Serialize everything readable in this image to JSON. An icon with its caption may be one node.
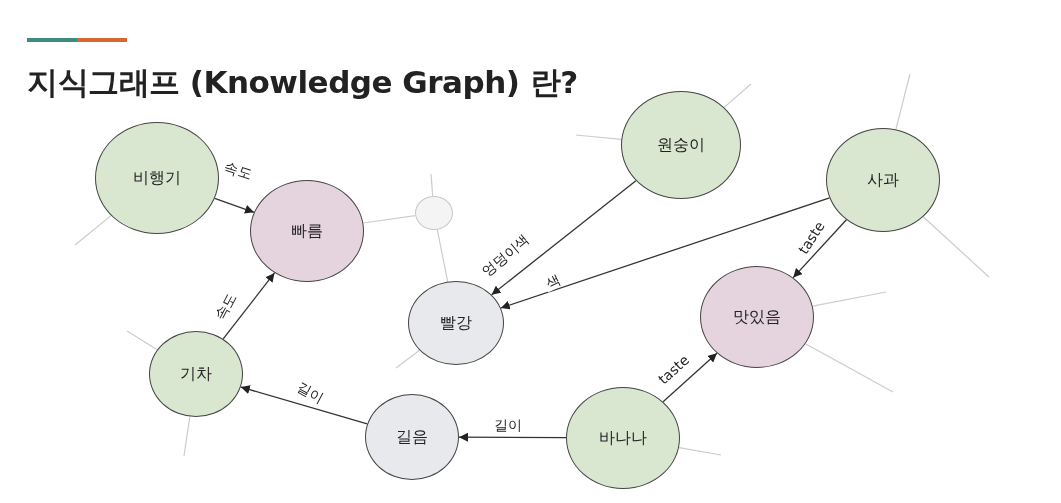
{
  "diagram": {
    "title": "지식그래프 (Knowledge Graph) 란?",
    "nodes": [
      {
        "text": [
          "비행기"
        ]
      },
      {
        "text": [
          "빠름"
        ]
      },
      {
        "text": [],
        "shape": "circle"
      },
      {
        "text": [
          "원숭이"
        ]
      },
      {
        "text": [
          "사과"
        ]
      },
      {
        "text": [
          "빨강"
        ]
      },
      {
        "text": [
          "맛있음"
        ]
      },
      {
        "text": [
          "기차"
        ]
      },
      {
        "text": [
          "길음"
        ]
      },
      {
        "text": [
          "바나나"
        ]
      }
    ],
    "edges": [
      {
        "from": 0,
        "to": 1,
        "arrow": "to",
        "label": "속도",
        "color": "#333333"
      },
      {
        "from": 7,
        "to": 1,
        "arrow": "to",
        "label": "속도",
        "color": "#333333"
      },
      {
        "from": 3,
        "to": 5,
        "arrow": "to",
        "label": "엉덩이색",
        "color": "#333333"
      },
      {
        "from": 4,
        "to": 5,
        "arrow": "to",
        "label": "색",
        "color": "#333333"
      },
      {
        "from": 4,
        "to": 6,
        "arrow": "to",
        "label": "taste",
        "color": "#333333"
      },
      {
        "from": 9,
        "to": 6,
        "arrow": "to",
        "label": "taste",
        "color": "#333333"
      },
      {
        "from": 9,
        "to": 8,
        "arrow": "to",
        "label": "길이",
        "color": "#333333"
      },
      {
        "from": 8,
        "to": 7,
        "arrow": "to",
        "label": "길이",
        "color": "#333333"
      },
      {
        "from": 1,
        "to": 2,
        "arrow": "none"
      },
      {
        "from": 2,
        "to": 5,
        "arrow": "none"
      },
      {
        "from": 0,
        "to": null,
        "arrow": "none"
      },
      {
        "from": 2,
        "to": null,
        "arrow": "none"
      },
      {
        "from": 3,
        "to": null,
        "arrow": "none"
      },
      {
        "from": 3,
        "to": null,
        "arrow": "none"
      },
      {
        "from": 4,
        "to": null,
        "arrow": "none"
      },
      {
        "from": 4,
        "to": null,
        "arrow": "none"
      },
      {
        "from": 6,
        "to": null,
        "arrow": "none"
      },
      {
        "from": 6,
        "to": null,
        "arrow": "none"
      },
      {
        "from": 5,
        "to": null,
        "arrow": "none"
      },
      {
        "from": 7,
        "to": null,
        "arrow": "none"
      },
      {
        "from": 7,
        "to": null,
        "arrow": "none"
      },
      {
        "from": 9,
        "to": null,
        "arrow": "none"
      }
    ]
  }
}
